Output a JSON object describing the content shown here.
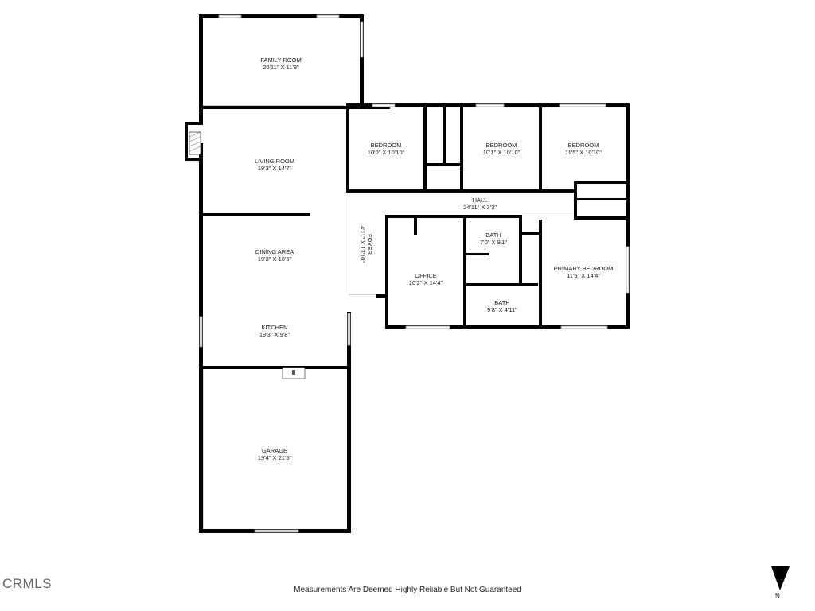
{
  "rooms": {
    "family_room": {
      "name": "FAMILY ROOM",
      "dims": "20'11\" X 11'8\""
    },
    "living_room": {
      "name": "LIVING ROOM",
      "dims": "19'3\" X 14'7\""
    },
    "dining_area": {
      "name": "DINING AREA",
      "dims": "19'3\" X 10'5\""
    },
    "kitchen": {
      "name": "KITCHEN",
      "dims": "19'3\" X 9'8\""
    },
    "garage": {
      "name": "GARAGE",
      "dims": "19'4\" X 21'5\""
    },
    "foyer": {
      "name": "FOYER",
      "dims": "4'11\" X 13'10\""
    },
    "bedroom_1": {
      "name": "BEDROOM",
      "dims": "10'0\" X 10'10\""
    },
    "bedroom_2": {
      "name": "BEDROOM",
      "dims": "10'1\" X 10'10\""
    },
    "bedroom_3": {
      "name": "BEDROOM",
      "dims": "11'5\" X 10'10\""
    },
    "hall": {
      "name": "HALL",
      "dims": "24'11\" X 3'3\""
    },
    "bath_1": {
      "name": "BATH",
      "dims": "7'0\" X 9'1\""
    },
    "bath_2": {
      "name": "BATH",
      "dims": "9'8\" X 4'11\""
    },
    "office": {
      "name": "OFFICE",
      "dims": "10'2\" X 14'4\""
    },
    "primary_bedroom": {
      "name": "PRIMARY BEDROOM",
      "dims": "11'5\" X 14'4\""
    }
  },
  "disclaimer": "Measurements Are Deemed Highly Reliable But Not Guaranteed",
  "watermark": "CRMLS",
  "compass": {
    "label": "N",
    "icon": "north-arrow-icon"
  },
  "colors": {
    "wall": "#000000",
    "background": "#ffffff"
  }
}
